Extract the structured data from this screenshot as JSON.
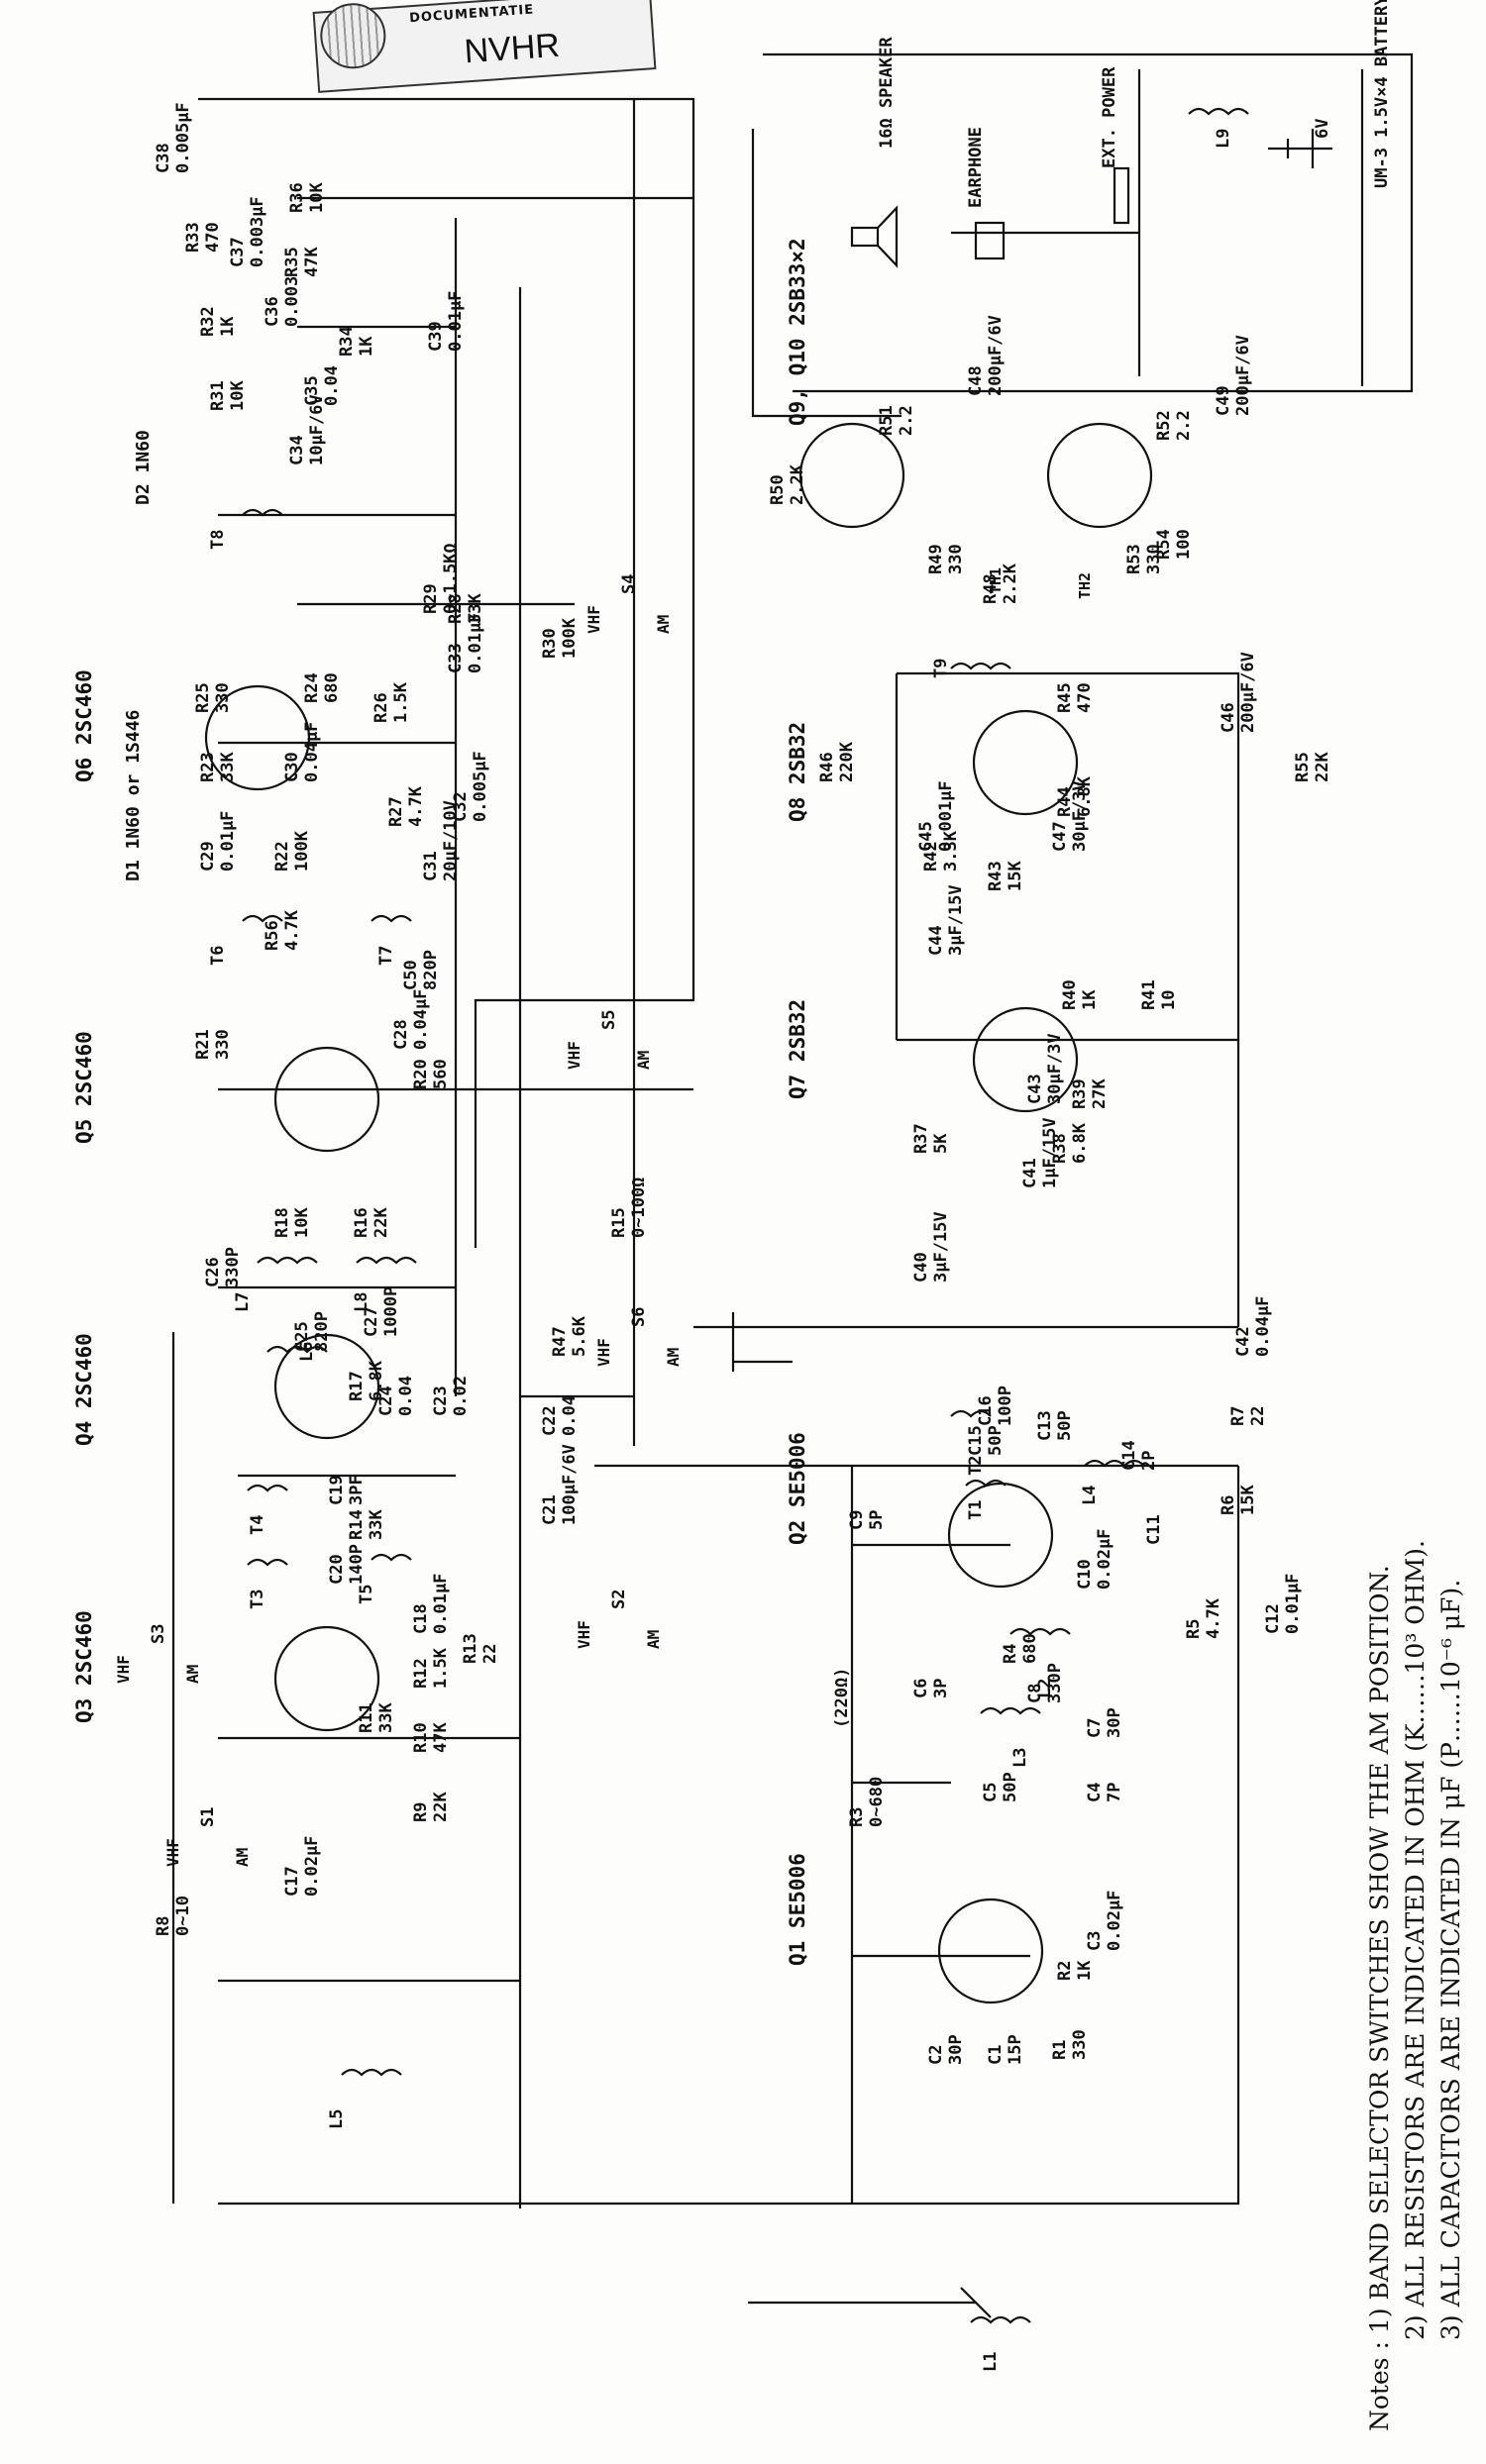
{
  "stamp": {
    "line1": "DOCUMENTATIE",
    "title": "NVHR"
  },
  "notes": {
    "prefix": "Notes :",
    "items": [
      "1) BAND SELECTOR SWITCHES SHOW THE AM POSITION.",
      "2) ALL RESISTORS ARE INDICATED IN OHM (K……10³ OHM).",
      "3) ALL CAPACITORS ARE INDICATED IN μF (P……10⁻⁶ μF)."
    ]
  },
  "transistors": [
    {
      "ref": "Q1 SE5006"
    },
    {
      "ref": "Q2 SE5006"
    },
    {
      "ref": "Q3 2SC460"
    },
    {
      "ref": "Q4 2SC460"
    },
    {
      "ref": "Q5 2SC460"
    },
    {
      "ref": "Q6 2SC460"
    },
    {
      "ref": "Q7 2SB32"
    },
    {
      "ref": "Q8 2SB32"
    },
    {
      "ref": "Q9, Q10 2SB33×2"
    }
  ],
  "diodes": [
    {
      "ref": "D1 1N60 or 1S446"
    },
    {
      "ref": "D2 1N60"
    }
  ],
  "resistors": [
    {
      "ref": "R1",
      "value": "330"
    },
    {
      "ref": "R2",
      "value": "1K"
    },
    {
      "ref": "R3",
      "value": "0~680"
    },
    {
      "ref": "R4",
      "value": "680"
    },
    {
      "ref": "R5",
      "value": "4.7K"
    },
    {
      "ref": "R6",
      "value": "15K"
    },
    {
      "ref": "R7",
      "value": "22"
    },
    {
      "ref": "R8",
      "value": "0~10"
    },
    {
      "ref": "R9",
      "value": "22K"
    },
    {
      "ref": "R10",
      "value": "47K"
    },
    {
      "ref": "R11",
      "value": "33K"
    },
    {
      "ref": "R12",
      "value": "1.5K"
    },
    {
      "ref": "R13",
      "value": "22"
    },
    {
      "ref": "R14",
      "value": "33K"
    },
    {
      "ref": "R15",
      "value": "0~100Ω"
    },
    {
      "ref": "R16",
      "value": "22K"
    },
    {
      "ref": "R17",
      "value": "6.8K"
    },
    {
      "ref": "R18",
      "value": "10K"
    },
    {
      "ref": "R20",
      "value": "560"
    },
    {
      "ref": "R21",
      "value": "330"
    },
    {
      "ref": "R22",
      "value": "100K"
    },
    {
      "ref": "R23",
      "value": "33K"
    },
    {
      "ref": "R24",
      "value": "680"
    },
    {
      "ref": "R25",
      "value": "330"
    },
    {
      "ref": "R26",
      "value": "1.5K"
    },
    {
      "ref": "R27",
      "value": "4.7K"
    },
    {
      "ref": "R28",
      "value": "33K"
    },
    {
      "ref": "R29",
      "value": "0~1.5KΩ"
    },
    {
      "ref": "R30",
      "value": "100K"
    },
    {
      "ref": "R31",
      "value": "10K"
    },
    {
      "ref": "R32",
      "value": "1K"
    },
    {
      "ref": "R33",
      "value": "470"
    },
    {
      "ref": "R34",
      "value": "1K"
    },
    {
      "ref": "R35",
      "value": "47K"
    },
    {
      "ref": "R36",
      "value": "10K"
    },
    {
      "ref": "R37",
      "value": "5K"
    },
    {
      "ref": "R38",
      "value": "6.8K"
    },
    {
      "ref": "R39",
      "value": "27K"
    },
    {
      "ref": "R40",
      "value": "1K"
    },
    {
      "ref": "R41",
      "value": "10"
    },
    {
      "ref": "R42",
      "value": "3.3K"
    },
    {
      "ref": "R43",
      "value": "15K"
    },
    {
      "ref": "R44",
      "value": "6.8K"
    },
    {
      "ref": "R45",
      "value": "470"
    },
    {
      "ref": "R46",
      "value": "220K"
    },
    {
      "ref": "R47",
      "value": "5.6K"
    },
    {
      "ref": "R48",
      "value": "2.2K"
    },
    {
      "ref": "R49",
      "value": "330"
    },
    {
      "ref": "R50",
      "value": "2.2K"
    },
    {
      "ref": "R51",
      "value": "2.2"
    },
    {
      "ref": "R52",
      "value": "2.2"
    },
    {
      "ref": "R53",
      "value": "330"
    },
    {
      "ref": "R54",
      "value": "100"
    },
    {
      "ref": "R55",
      "value": "22K"
    },
    {
      "ref": "R56",
      "value": "4.7K"
    }
  ],
  "capacitors": [
    {
      "ref": "C1",
      "value": "15P"
    },
    {
      "ref": "C2",
      "value": "30P"
    },
    {
      "ref": "C3",
      "value": "0.02μF"
    },
    {
      "ref": "C4",
      "value": "7P"
    },
    {
      "ref": "C5",
      "value": "50P"
    },
    {
      "ref": "C6",
      "value": "3P"
    },
    {
      "ref": "C7",
      "value": "30P"
    },
    {
      "ref": "C8",
      "value": "330P"
    },
    {
      "ref": "C9",
      "value": "5P"
    },
    {
      "ref": "C10",
      "value": "0.02μF"
    },
    {
      "ref": "C11",
      "value": ""
    },
    {
      "ref": "C12",
      "value": "0.01μF"
    },
    {
      "ref": "C13",
      "value": "50P"
    },
    {
      "ref": "C14",
      "value": "2P"
    },
    {
      "ref": "C15",
      "value": "50P"
    },
    {
      "ref": "C16",
      "value": "100P"
    },
    {
      "ref": "C17",
      "value": "0.02μF"
    },
    {
      "ref": "C18",
      "value": "0.01μF"
    },
    {
      "ref": "C19",
      "value": "3PF"
    },
    {
      "ref": "C20",
      "value": "140P"
    },
    {
      "ref": "C21",
      "value": "100μF/6V"
    },
    {
      "ref": "C22",
      "value": "0.04"
    },
    {
      "ref": "C23",
      "value": "0.02"
    },
    {
      "ref": "C24",
      "value": "0.04"
    },
    {
      "ref": "C25",
      "value": "820P"
    },
    {
      "ref": "C26",
      "value": "330P"
    },
    {
      "ref": "C27",
      "value": "1000P"
    },
    {
      "ref": "C28",
      "value": "0.04μF"
    },
    {
      "ref": "C29",
      "value": "0.01μF"
    },
    {
      "ref": "C30",
      "value": "0.04μF"
    },
    {
      "ref": "C31",
      "value": "20μF/10V"
    },
    {
      "ref": "C32",
      "value": "0.005μF"
    },
    {
      "ref": "C33",
      "value": "0.01μF"
    },
    {
      "ref": "C34",
      "value": "10μF/6V"
    },
    {
      "ref": "C35",
      "value": "0.04"
    },
    {
      "ref": "C36",
      "value": "0.003"
    },
    {
      "ref": "C37",
      "value": "0.003μF"
    },
    {
      "ref": "C38",
      "value": "0.005μF"
    },
    {
      "ref": "C39",
      "value": "0.01μF"
    },
    {
      "ref": "C40",
      "value": "3μF/15V"
    },
    {
      "ref": "C41",
      "value": "1μF/15V"
    },
    {
      "ref": "C42",
      "value": "0.04μF"
    },
    {
      "ref": "C43",
      "value": "30μF/3V"
    },
    {
      "ref": "C44",
      "value": "3μF/15V"
    },
    {
      "ref": "C45",
      "value": "0.001μF"
    },
    {
      "ref": "C46",
      "value": "200μF/6V"
    },
    {
      "ref": "C47",
      "value": "30μF/3V"
    },
    {
      "ref": "C48",
      "value": "200μF/6V"
    },
    {
      "ref": "C49",
      "value": "200μF/6V"
    },
    {
      "ref": "C50",
      "value": "820P"
    }
  ],
  "inductors": [
    "L1",
    "L2",
    "L3",
    "L4",
    "L5",
    "L6",
    "L7",
    "L8",
    "L9"
  ],
  "transformers": [
    "T1",
    "T2",
    "T3",
    "T4",
    "T5",
    "T6",
    "T7",
    "T8",
    "T9"
  ],
  "thermistors": [
    "TH1",
    "TH2"
  ],
  "switches": [
    {
      "ref": "S1",
      "pos_a": "VHF",
      "pos_b": "AM"
    },
    {
      "ref": "S2",
      "pos_a": "VHF",
      "pos_b": "AM"
    },
    {
      "ref": "S3",
      "pos_a": "VHF",
      "pos_b": "AM"
    },
    {
      "ref": "S4",
      "pos_a": "VHF",
      "pos_b": "AM"
    },
    {
      "ref": "S5",
      "pos_a": "VHF",
      "pos_b": "AM"
    },
    {
      "ref": "S6",
      "pos_a": "VHF",
      "pos_b": "AM"
    }
  ],
  "misc": {
    "speaker": "16Ω SPEAKER",
    "earphone": "EARPHONE",
    "ext_power": "EXT. POWER",
    "battery_v": "6V",
    "battery": "UM-3 1.5V×4 BATTERY",
    "r3_note": "(220Ω)"
  }
}
